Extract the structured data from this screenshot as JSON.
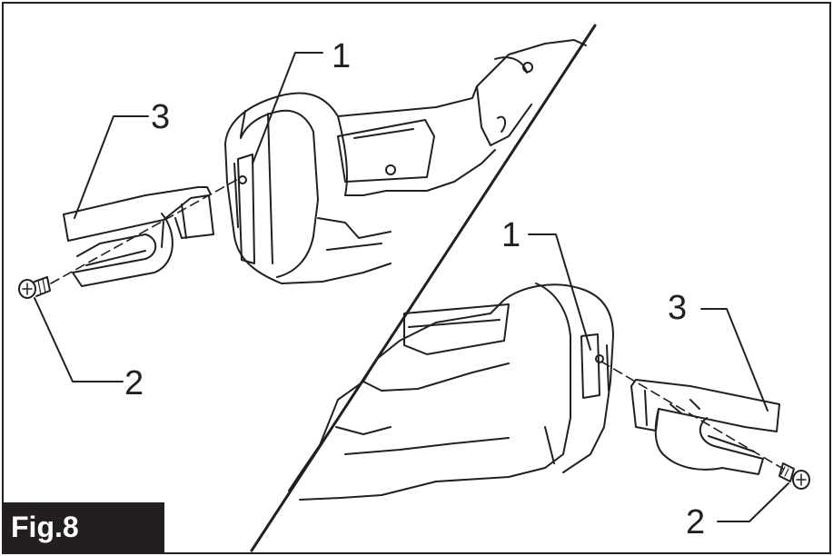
{
  "figure": {
    "label": "Fig.8",
    "colors": {
      "line": "#231f20",
      "background": "#ffffff",
      "label_bg": "#231f20",
      "label_text": "#ffffff"
    }
  },
  "callouts": {
    "left": {
      "part1": "1",
      "part2": "2",
      "part3": "3"
    },
    "right": {
      "part1": "1",
      "part2": "2",
      "part3": "3"
    }
  }
}
